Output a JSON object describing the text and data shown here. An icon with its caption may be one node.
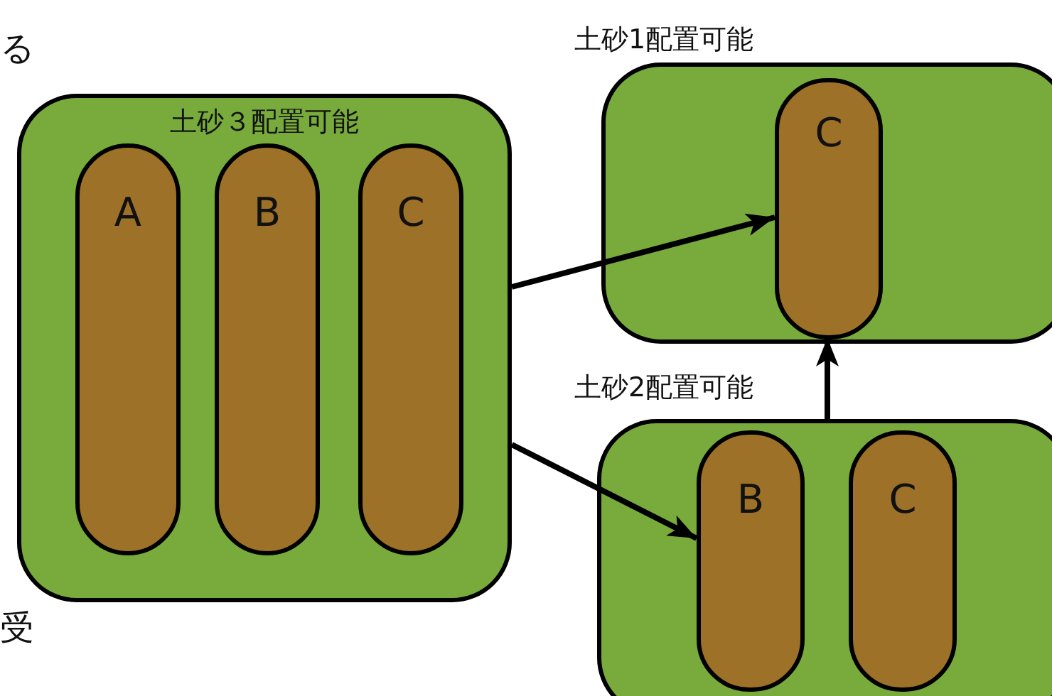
{
  "diagram": {
    "nodes": [
      {
        "text": [
          "土砂３配置可能"
        ]
      },
      {
        "text": [
          "A"
        ],
        "in": 0
      },
      {
        "text": [
          "B"
        ],
        "in": 0
      },
      {
        "text": [
          "C"
        ],
        "in": 0
      },
      {
        "text": [
          "土砂1配置可能"
        ]
      },
      {
        "text": [
          "C"
        ],
        "in": 4
      },
      {
        "text": [
          "土砂2配置可能"
        ]
      },
      {
        "text": [
          "B"
        ],
        "in": 6
      },
      {
        "text": [
          "C"
        ],
        "in": 6
      }
    ],
    "edges": [
      {
        "from": 0,
        "to": 5,
        "arrow": "to"
      },
      {
        "from": 0,
        "to": 7,
        "arrow": "to"
      },
      {
        "from": 6,
        "to": 5,
        "arrow": "to"
      }
    ],
    "labels": [
      "る",
      "受"
    ]
  }
}
